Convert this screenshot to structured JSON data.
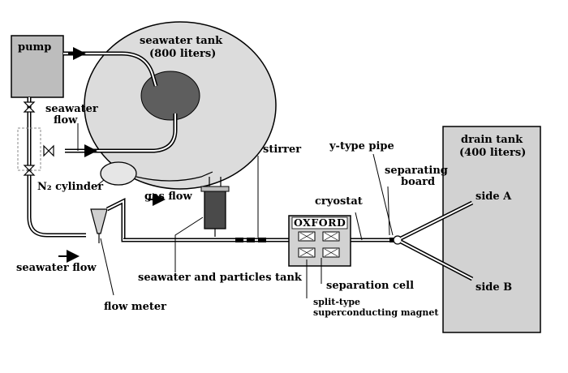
{
  "diagram": {
    "labels": {
      "pump": "pump",
      "seawater_tank_l1": "seawater tank",
      "seawater_tank_l2": "(800 liters)",
      "seawater_flow_top_l1": "seawater",
      "seawater_flow_top_l2": "flow",
      "n2_cylinder": "N₂ cylinder",
      "gas_flow": "gas flow",
      "stirrer": "stirrer",
      "y_type_pipe": "y-type pipe",
      "drain_tank_l1": "drain tank",
      "drain_tank_l2": "(400 liters)",
      "separating_board_l1": "separating",
      "separating_board_l2": "board",
      "cryostat": "cryostat",
      "side_a": "side A",
      "side_b": "side B",
      "oxford": "OXFORD",
      "seawater_flow_bottom": "seawater flow",
      "seawater_particles_tank": "seawater and particles tank",
      "separation_cell": "separation cell",
      "flow_meter": "flow meter",
      "magnet_l1": "split-type",
      "magnet_l2": "superconducting magnet"
    }
  }
}
